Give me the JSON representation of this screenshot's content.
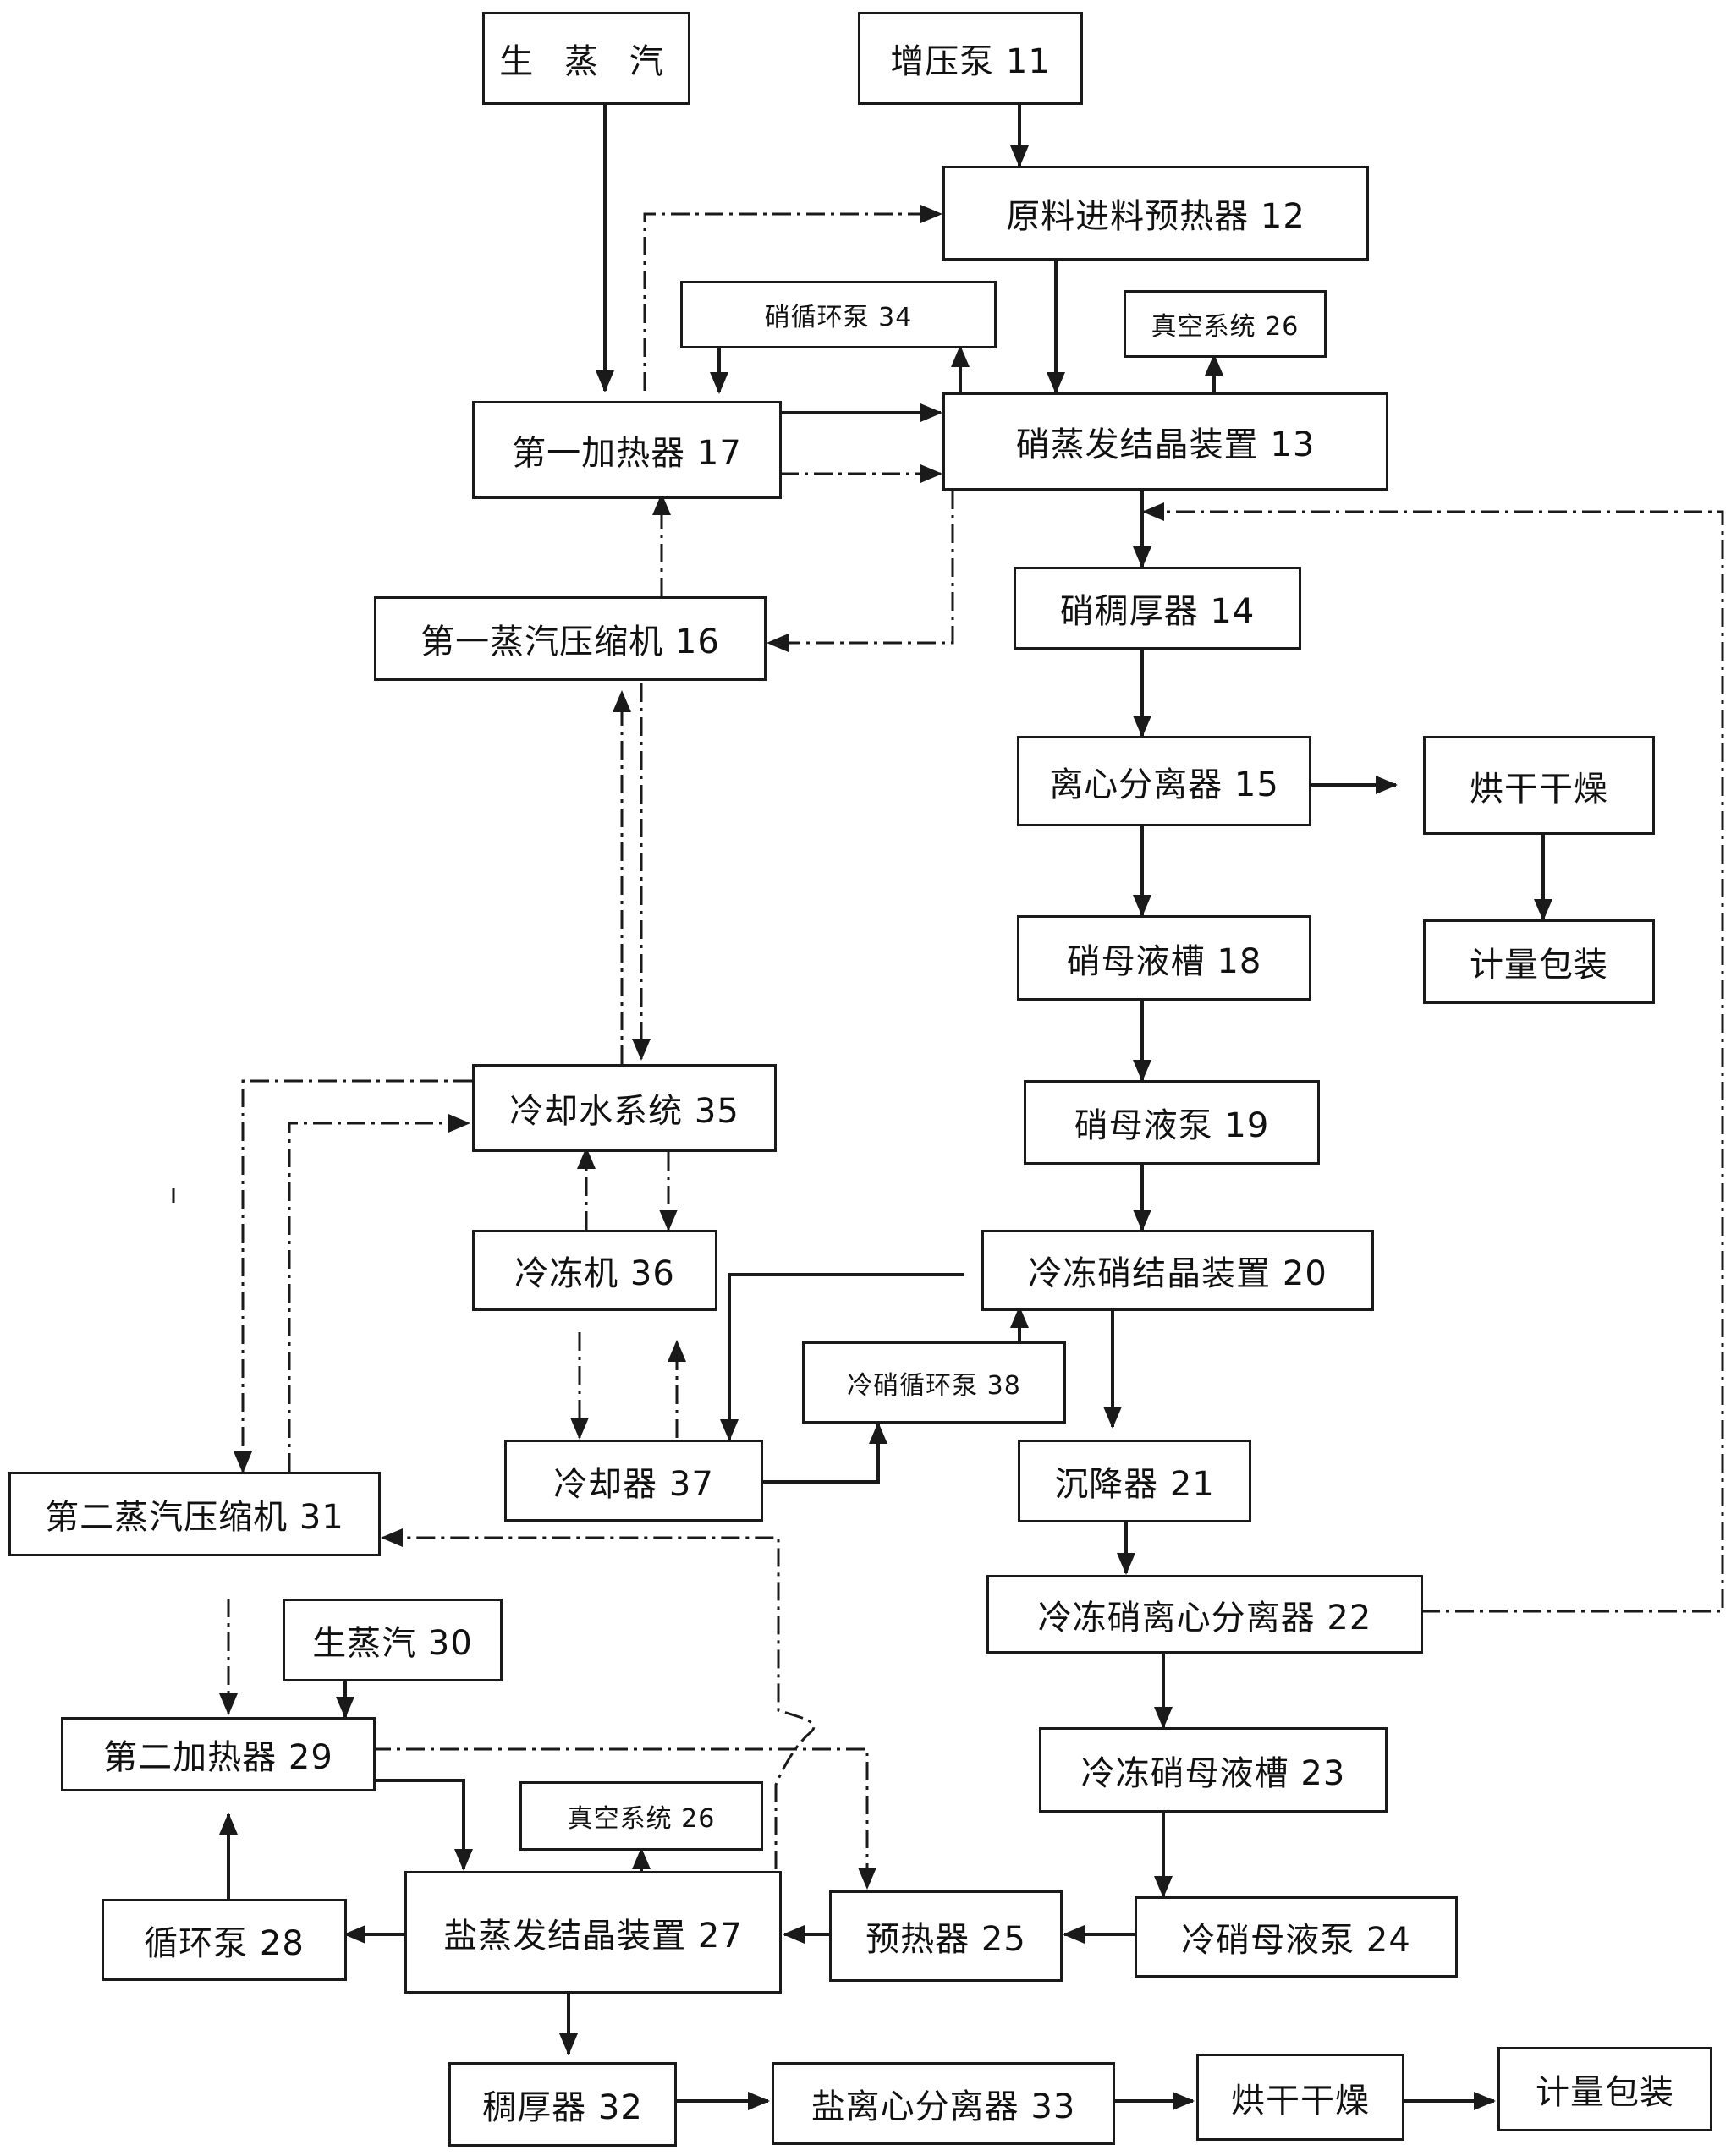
{
  "labels": {
    "live_steam_top": "生 蒸 汽",
    "booster_pump": "增压泵 11",
    "feed_preheater": "原料进料预热器 12",
    "nitre_circ_pump": "硝循环泵 34",
    "vacuum_system_top": "真空系统 26",
    "first_heater": "第一加热器 17",
    "nitre_evap": "硝蒸发结晶装置 13",
    "first_compressor": "第一蒸汽压缩机 16",
    "nitre_thickener": "硝稠厚器 14",
    "centrifuge": "离心分离器 15",
    "drying_top": "烘干干燥",
    "nitre_mother_tank": "硝母液槽 18",
    "packaging_top": "计量包装",
    "nitre_mother_pump": "硝母液泵 19",
    "cooling_water": "冷却水系统 35",
    "chiller": "冷冻机 36",
    "freeze_cryst": "冷冻硝结晶装置 20",
    "cold_circ_pump": "冷硝循环泵 38",
    "cooler": "冷却器 37",
    "settler": "沉降器 21",
    "second_compressor": "第二蒸汽压缩机 31",
    "freeze_centrifuge": "冷冻硝离心分离器 22",
    "live_steam_30": "生蒸汽 30",
    "freeze_mother_tank": "冷冻硝母液槽 23",
    "second_heater": "第二加热器 29",
    "vacuum_system_bottom": "真空系统 26",
    "circ_pump": "循环泵 28",
    "salt_evap": "盐蒸发结晶装置 27",
    "preheater": "预热器 25",
    "cold_mother_pump": "冷硝母液泵 24",
    "thickener_32": "稠厚器 32",
    "salt_centrifuge": "盐离心分离器 33",
    "drying_bottom": "烘干干燥",
    "packaging_bottom": "计量包装"
  },
  "colors": {
    "line": "#1a1a1a",
    "background": "#ffffff"
  }
}
